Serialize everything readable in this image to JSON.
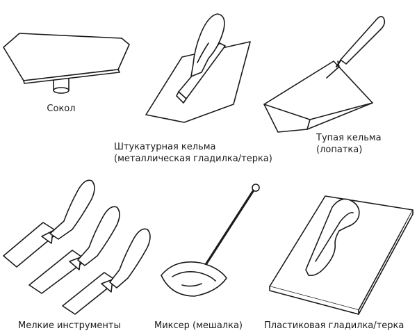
{
  "tools": [
    {
      "id": "sokol",
      "lines": [
        "Сокол"
      ]
    },
    {
      "id": "plaster-trowel",
      "lines": [
        "Штукатурная кельма",
        "(металлическая гладилка/терка)"
      ]
    },
    {
      "id": "blunt-trowel",
      "lines": [
        "Тупая кельма",
        "(лопатка)"
      ]
    },
    {
      "id": "small-tools",
      "lines": [
        "Мелкие инструменты"
      ]
    },
    {
      "id": "mixer",
      "lines": [
        "Миксер (мешалка)"
      ]
    },
    {
      "id": "plastic-float",
      "lines": [
        "Пластиковая гладилка/терка"
      ]
    }
  ],
  "colors": {
    "stroke": "#1a1a1a",
    "fill": "#ffffff"
  }
}
